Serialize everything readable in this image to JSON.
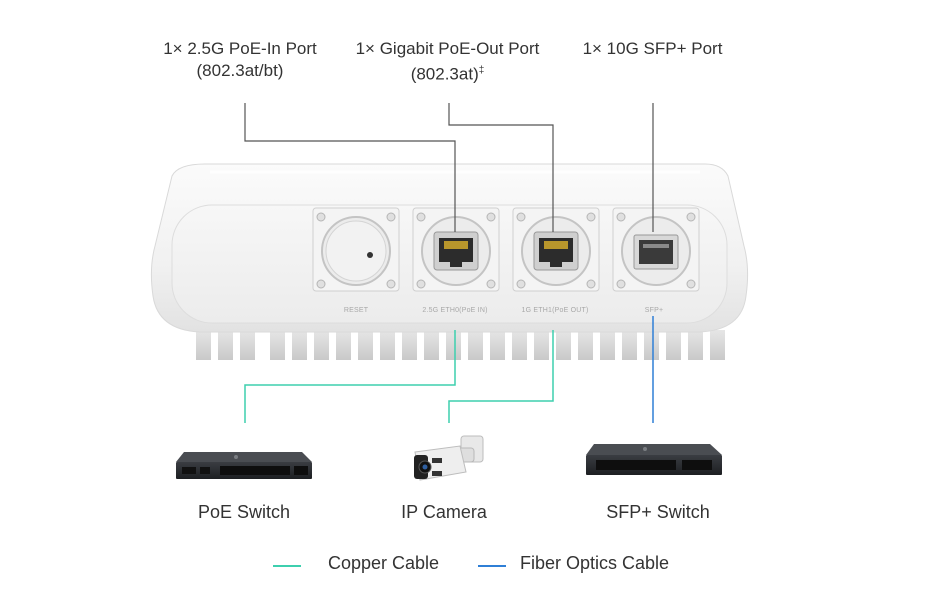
{
  "ports": {
    "poe_in": {
      "line1": "1× 2.5G PoE-In Port",
      "line2": "(802.3at/bt)"
    },
    "poe_out": {
      "line1": "1× Gigabit PoE-Out Port",
      "line2": "(802.3at)",
      "marker": "‡"
    },
    "sfp": {
      "line1": "1× 10G SFP+ Port"
    }
  },
  "panel_labels": {
    "reset": "RESET",
    "eth0": "2.5G ETH0(PoE IN)",
    "eth1": "1G ETH1(PoE OUT)",
    "sfp": "SFP+"
  },
  "devices": {
    "poe_switch": "PoE Switch",
    "ip_camera": "IP Camera",
    "sfp_switch": "SFP+ Switch"
  },
  "legend": {
    "copper": {
      "label": "Copper Cable",
      "color": "#3dcfae"
    },
    "fiber": {
      "label": "Fiber Optics Cable",
      "color": "#2f7fd6"
    }
  },
  "colors": {
    "callout_line": "#555555",
    "housing": "#f3f3f3",
    "device_dark": "#2a2d31"
  }
}
